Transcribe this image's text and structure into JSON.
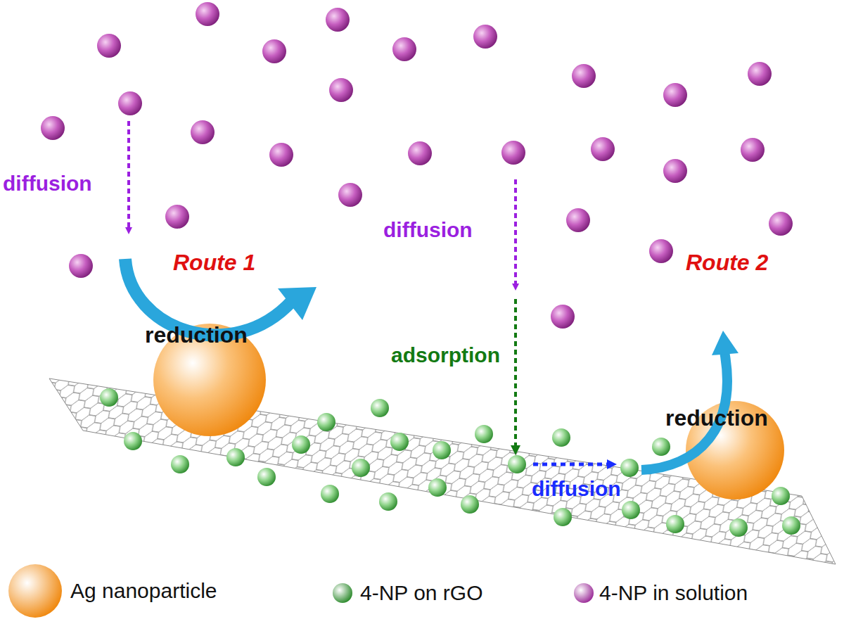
{
  "diagram": {
    "labels": [
      "diffusion",
      "Route 1",
      "reduction",
      "diffusion",
      "adsorption",
      "diffusion",
      "Route 2",
      "reduction"
    ],
    "legend": [
      {
        "text": "Ag nanoparticle",
        "color": "#f08a12"
      },
      {
        "text": "4-NP on rGO",
        "color": "#2e8b2e"
      },
      {
        "text": "4-NP in solution",
        "color": "#9b2d98"
      }
    ]
  }
}
